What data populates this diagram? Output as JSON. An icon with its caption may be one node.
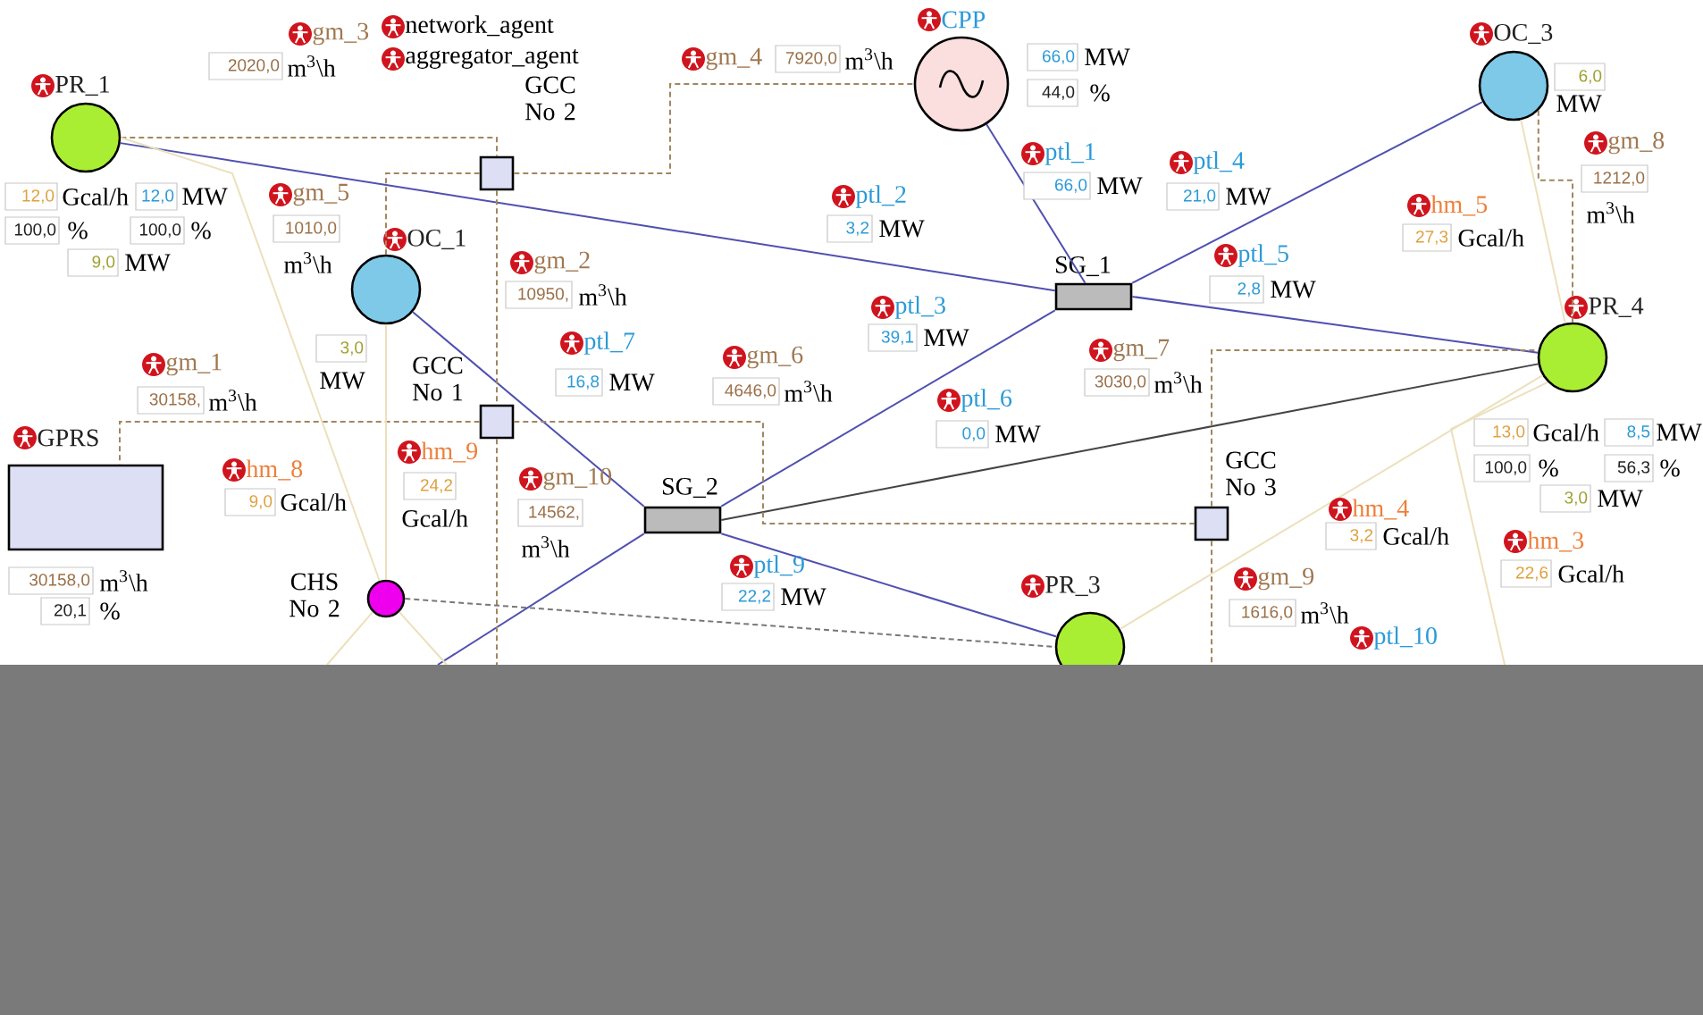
{
  "diagram": {
    "nodes": [
      {
        "text": [
          "PR_1"
        ],
        "beside": [
          "12,0",
          "Gcal/h",
          "12,0",
          "MW",
          "100,0",
          "%",
          "100,0",
          "%",
          "9,0",
          "MW"
        ]
      },
      {
        "text": [
          "GCC No 2"
        ]
      },
      {
        "text": [
          "CPP"
        ],
        "beside": [
          "66,0",
          "MW",
          "44,0",
          "%"
        ]
      },
      {
        "text": [
          "OC_3"
        ],
        "beside": [
          "6,0",
          "MW"
        ]
      },
      {
        "text": [
          "OC_1"
        ],
        "beside": [
          "3,0",
          "MW"
        ]
      },
      {
        "text": [
          "SG_1"
        ]
      },
      {
        "text": [
          "GCC No 1"
        ]
      },
      {
        "text": [
          "PR_4"
        ],
        "beside": [
          "13,0",
          "Gcal/h",
          "8,5",
          "MW",
          "100,0",
          "%",
          "56,3",
          "%",
          "3,0",
          "MW"
        ]
      },
      {
        "text": [
          "GPRS"
        ],
        "beside": [
          "30158,0",
          "m$^{3}$\\h",
          "20,1",
          "%"
        ]
      },
      {
        "text": [
          "SG_2"
        ]
      },
      {
        "text": [
          "GCC No 3"
        ]
      },
      {
        "text": [
          "CHS No 2"
        ]
      },
      {
        "text": [
          "PR_3"
        ]
      }
    ],
    "edges": [
      {
        "from": 0,
        "to": 5,
        "arrow": "none"
      },
      {
        "from": 2,
        "to": 5,
        "arrow": "none"
      },
      {
        "from": 5,
        "to": 3,
        "arrow": "none"
      },
      {
        "from": 5,
        "to": 7,
        "arrow": "none"
      },
      {
        "from": 5,
        "to": 9,
        "arrow": "none"
      },
      {
        "from": 4,
        "to": 9,
        "arrow": "none"
      },
      {
        "from": 9,
        "to": 7,
        "arrow": "none",
        "color": "#444444"
      },
      {
        "from": 9,
        "to": 12,
        "arrow": "none"
      },
      {
        "from": 9,
        "to": null,
        "arrow": "none"
      },
      {
        "from": 0,
        "to": 1,
        "arrow": "none",
        "style": "dashed",
        "color": "#a08660"
      },
      {
        "from": 1,
        "to": 2,
        "arrow": "none",
        "style": "dashed",
        "color": "#a08660"
      },
      {
        "from": 1,
        "to": 4,
        "arrow": "none",
        "style": "dashed",
        "color": "#a08660"
      },
      {
        "from": 1,
        "to": 6,
        "arrow": "none",
        "style": "dashed",
        "color": "#a08660"
      },
      {
        "from": 6,
        "to": 8,
        "arrow": "none",
        "style": "dashed",
        "color": "#a08660"
      },
      {
        "from": 6,
        "to": 10,
        "arrow": "none",
        "style": "dashed",
        "color": "#a08660"
      },
      {
        "from": 6,
        "to": null,
        "arrow": "none",
        "style": "dashed",
        "color": "#a08660"
      },
      {
        "from": 10,
        "to": 7,
        "arrow": "none",
        "style": "dashed",
        "color": "#a08660"
      },
      {
        "from": 10,
        "to": null,
        "arrow": "none",
        "style": "dashed",
        "color": "#a08660"
      },
      {
        "from": 3,
        "to": 7,
        "arrow": "none",
        "style": "dashed",
        "color": "#a08660"
      },
      {
        "from": 0,
        "to": 11,
        "arrow": "none",
        "color": "#ece0bc"
      },
      {
        "from": 4,
        "to": 11,
        "arrow": "none",
        "color": "#ece0bc"
      },
      {
        "from": 11,
        "to": null,
        "arrow": "none",
        "color": "#ece0bc"
      },
      {
        "from": 11,
        "to": null,
        "arrow": "none",
        "color": "#ece0bc"
      },
      {
        "from": 12,
        "to": 7,
        "arrow": "none",
        "color": "#ece0bc"
      },
      {
        "from": 3,
        "to": 7,
        "arrow": "none",
        "color": "#ece0bc"
      },
      {
        "from": 7,
        "to": null,
        "arrow": "none",
        "color": "#ece0bc"
      },
      {
        "from": 11,
        "to": 12,
        "arrow": "none",
        "style": "dashed",
        "color": "#777777"
      }
    ],
    "labels": [
      "gm_3",
      "2020,0",
      "m$^{3}$\\h",
      "gm_4",
      "7920,0",
      "m$^{3}$\\h",
      "gm_5",
      "1010,0",
      "m$^{3}$\\h",
      "gm_2",
      "10950,",
      "m$^{3}$\\h",
      "ptl_2",
      "3,2",
      "MW",
      "ptl_1",
      "66,0",
      "MW",
      "ptl_4",
      "21,0",
      "MW",
      "ptl_5",
      "2,8",
      "MW",
      "gm_8",
      "1212,0",
      "hm_5",
      "m$^{3}$\\h",
      "27,3",
      "Gcal/h",
      "ptl_3",
      "39,1",
      "MW",
      "gm_7",
      "3030,0",
      "m$^{3}$\\h",
      "ptl_7",
      "16,8",
      "MW",
      "gm_6",
      "4646,0",
      "m$^{3}$\\h",
      "gm_1",
      "30158,",
      "m$^{3}$\\h",
      "ptl_6",
      "0,0",
      "MW",
      "hm_9",
      "24,2",
      "Gcal/h",
      "hm_8",
      "9,0",
      "Gcal/h",
      "gm_10",
      "14562,",
      "m$^{3}$\\h",
      "hm_4",
      "3,2",
      "Gcal/h",
      "hm_3",
      "22,6",
      "Gcal/h",
      "ptl_9",
      "22,2",
      "MW",
      "gm_9",
      "1616,0",
      "m$^{3}$\\h",
      "ptl_10"
    ],
    "legend": [
      {
        "text": "network_agent"
      },
      {
        "text": "aggregator_agent"
      }
    ]
  }
}
